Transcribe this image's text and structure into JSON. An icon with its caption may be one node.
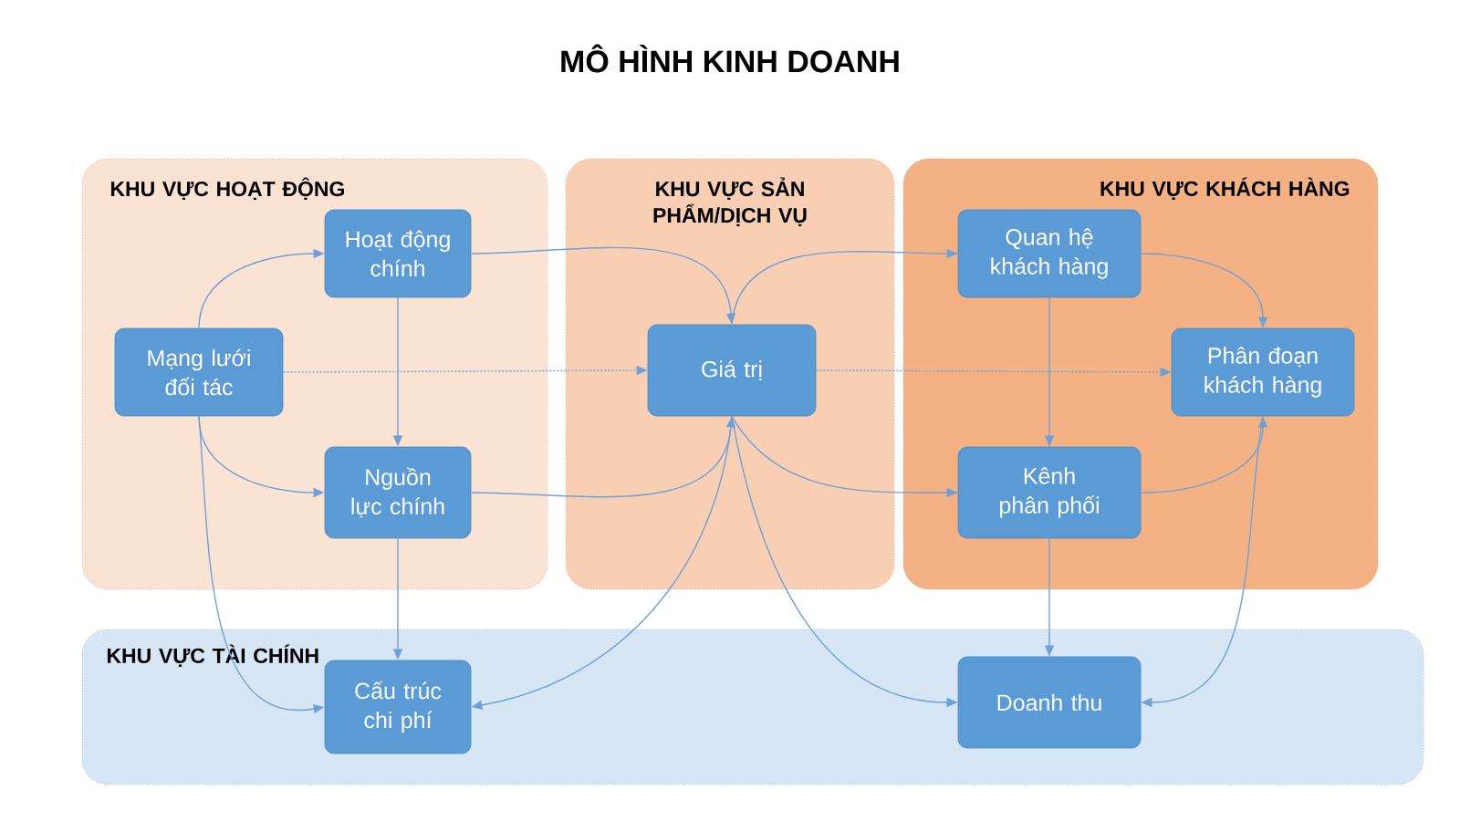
{
  "diagram": {
    "title": "MÔ HÌNH KINH DOANH",
    "nodes": [
      {
        "text": [
          "KHU VỰC HOẠT ĐỘNG"
        ]
      },
      {
        "text": [
          "Hoạt động chính"
        ],
        "in": 0
      },
      {
        "text": [
          "Mạng lưới đối tác"
        ],
        "in": 0
      },
      {
        "text": [
          "Nguồn lực chính"
        ],
        "in": 0
      },
      {
        "text": [
          "KHU VỰC SẢN PHẨM/DỊCH VỤ"
        ]
      },
      {
        "text": [
          "Giá trị"
        ],
        "in": 4
      },
      {
        "text": [
          "KHU VỰC KHÁCH HÀNG"
        ]
      },
      {
        "text": [
          "Quan hệ khách hàng"
        ],
        "in": 6
      },
      {
        "text": [
          "Phân đoạn khách hàng"
        ],
        "in": 6
      },
      {
        "text": [
          "Kênh phân phối"
        ],
        "in": 6
      },
      {
        "text": [
          "KHU VỰC TÀI CHÍNH"
        ]
      },
      {
        "text": [
          "Cấu trúc chi phí"
        ],
        "in": 10
      },
      {
        "text": [
          "Doanh thu"
        ],
        "in": 10
      }
    ],
    "edges": [
      {
        "from": 2,
        "to": 1,
        "arrow": "to"
      },
      {
        "from": 2,
        "to": 3,
        "arrow": "to"
      },
      {
        "from": 2,
        "to": 5,
        "arrow": "to",
        "style": "dashed"
      },
      {
        "from": 5,
        "to": 8,
        "arrow": "to",
        "style": "dashed"
      },
      {
        "from": 1,
        "to": 5,
        "arrow": "to"
      },
      {
        "from": 1,
        "to": 3,
        "arrow": "to"
      },
      {
        "from": 3,
        "to": 5,
        "arrow": "to"
      },
      {
        "from": 2,
        "to": 11,
        "arrow": "to"
      },
      {
        "from": 3,
        "to": 11,
        "arrow": "to"
      },
      {
        "from": 5,
        "to": 11,
        "arrow": "to"
      },
      {
        "from": 5,
        "to": 7,
        "arrow": "to"
      },
      {
        "from": 5,
        "to": 9,
        "arrow": "to"
      },
      {
        "from": 5,
        "to": 12,
        "arrow": "to"
      },
      {
        "from": 7,
        "to": 8,
        "arrow": "to"
      },
      {
        "from": 7,
        "to": 9,
        "arrow": "to"
      },
      {
        "from": 9,
        "to": 8,
        "arrow": "to"
      },
      {
        "from": 9,
        "to": 12,
        "arrow": "to"
      },
      {
        "from": 8,
        "to": 12,
        "arrow": "to"
      }
    ]
  }
}
